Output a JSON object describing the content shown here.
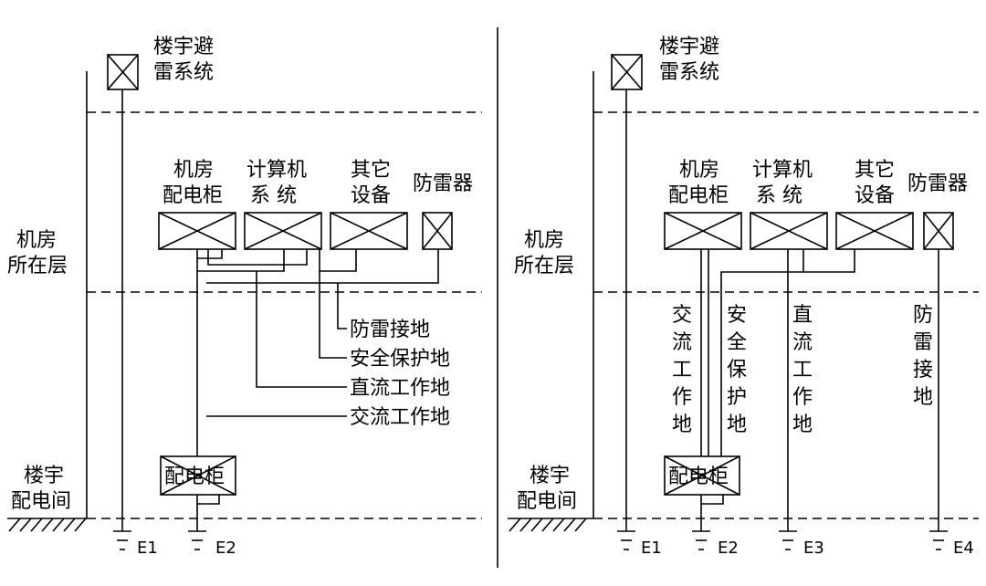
{
  "left": {
    "lightning_system": [
      "楼宇避",
      "雷系统"
    ],
    "floor_label": [
      "机房",
      "所在层"
    ],
    "room_label": [
      "楼宇",
      "配电间"
    ],
    "cabinets": [
      {
        "lines": [
          "机房",
          "配电柜"
        ]
      },
      {
        "lines": [
          "计算机",
          "系  统"
        ]
      },
      {
        "lines": [
          "其它",
          "设备"
        ]
      },
      {
        "lines": [
          "防雷器"
        ]
      }
    ],
    "ground_labels": [
      "防雷接地",
      "安全保护地",
      "直流工作地",
      "交流工作地"
    ],
    "panel": "配电柜",
    "electrodes": [
      "E1",
      "E2"
    ]
  },
  "right": {
    "lightning_system": [
      "楼宇避",
      "雷系统"
    ],
    "floor_label": [
      "机房",
      "所在层"
    ],
    "room_label": [
      "楼宇",
      "配电间"
    ],
    "cabinets": [
      {
        "lines": [
          "机房",
          "配电柜"
        ]
      },
      {
        "lines": [
          "计算机",
          "系  统"
        ]
      },
      {
        "lines": [
          "其它",
          "设备"
        ]
      },
      {
        "lines": [
          "防雷器"
        ]
      }
    ],
    "vertical_labels": [
      "交流工作地",
      "安全保护地",
      "直流工作地",
      "防雷接地"
    ],
    "panel": "配电柜",
    "electrodes": [
      "E1",
      "E2",
      "E3",
      "E4"
    ]
  }
}
